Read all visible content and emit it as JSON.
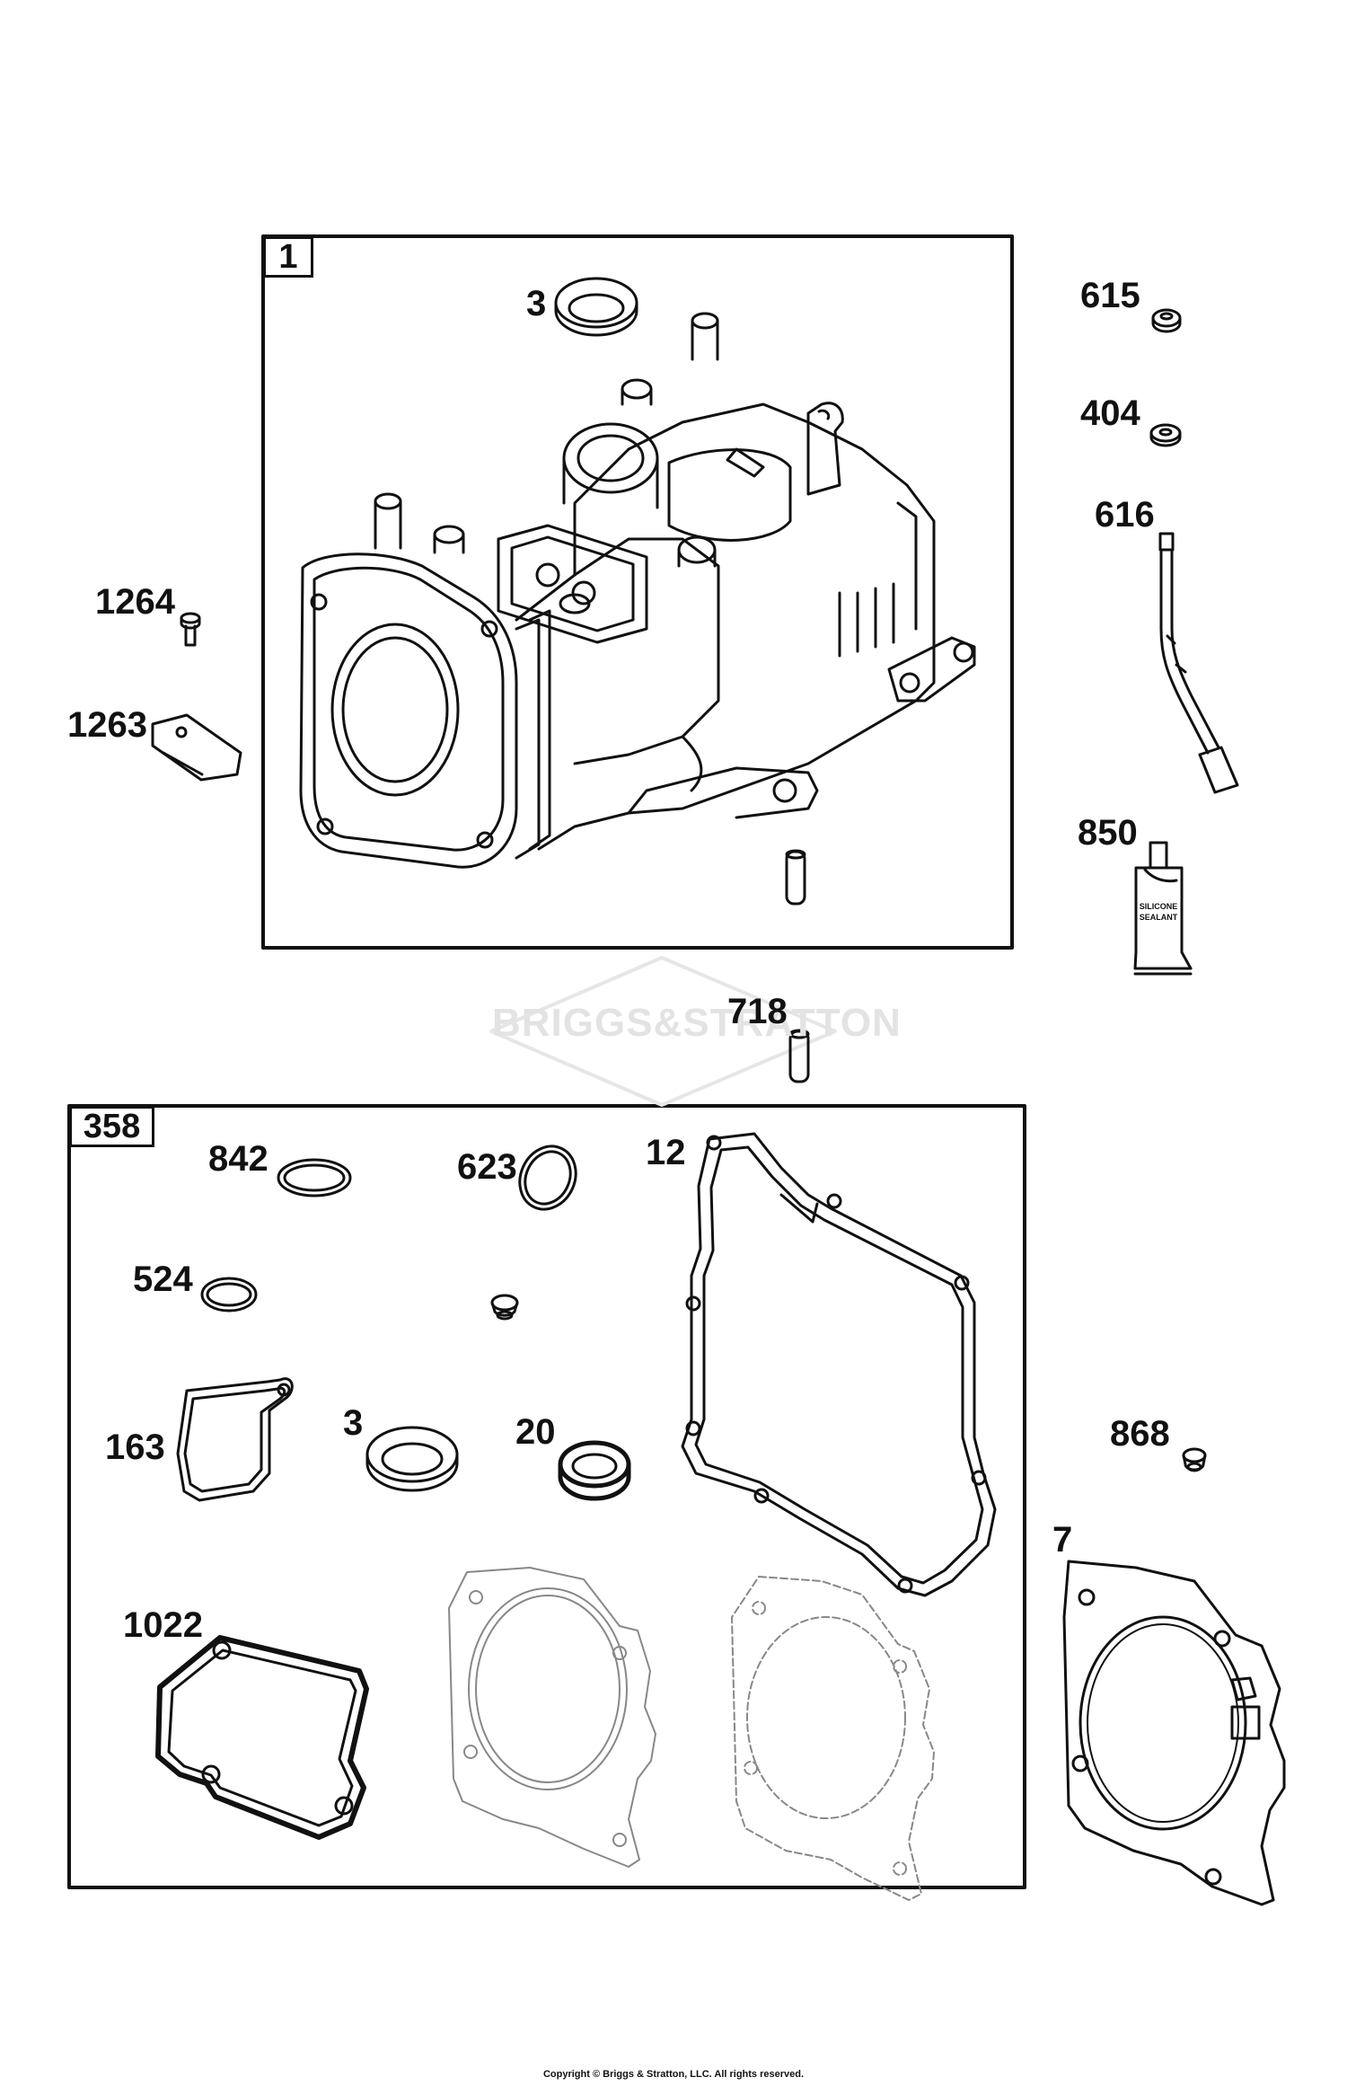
{
  "groups": {
    "engine_block_id": "1",
    "gasket_set_id": "358"
  },
  "parts": {
    "p3_top": "3",
    "p615": "615",
    "p404": "404",
    "p616": "616",
    "p1264": "1264",
    "p1263": "1263",
    "p850": "850",
    "p718": "718",
    "p842": "842",
    "p623": "623",
    "p12": "12",
    "p524": "524",
    "p163": "163",
    "p3_bottom": "3",
    "p20": "20",
    "p868": "868",
    "p7": "7",
    "p1022": "1022"
  },
  "tube_text": {
    "line1": "SILICONE",
    "line2": "SEALANT"
  },
  "watermark": "BRIGGS&STRATTON",
  "copyright": "Copyright © Briggs & Stratton, LLC. All rights reserved."
}
